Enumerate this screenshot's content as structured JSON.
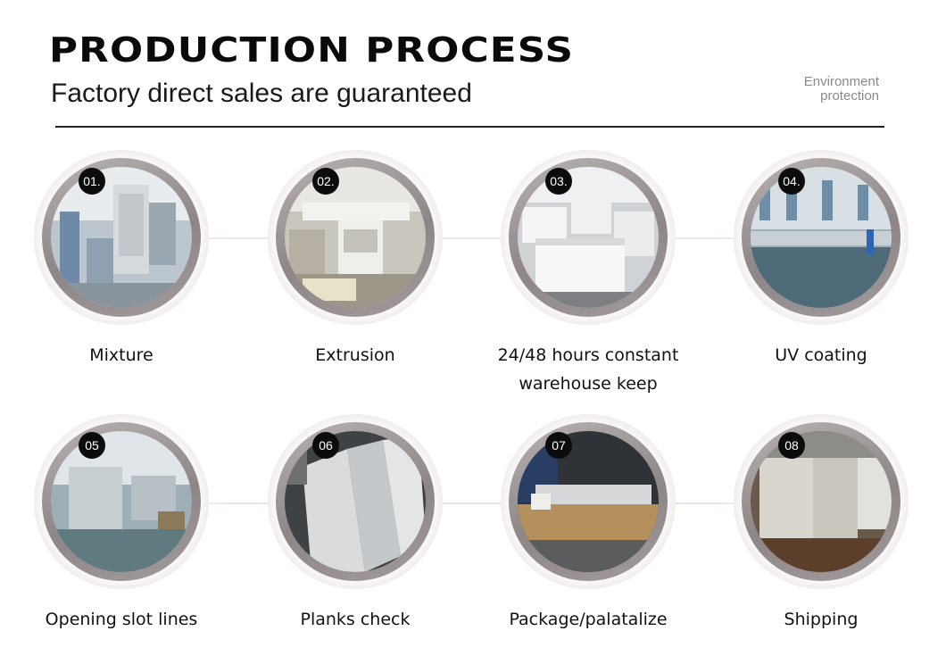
{
  "header": {
    "title": "PRODUCTION PROCESS",
    "subtitle": "Factory direct sales are guaranteed",
    "tag_line1": "Environment",
    "tag_line2": "protection"
  },
  "steps": [
    {
      "number": "01.",
      "label": "Mixture",
      "scene": "mixing-machine-photo"
    },
    {
      "number": "02.",
      "label": "Extrusion",
      "scene": "extrusion-line-photo"
    },
    {
      "number": "03.",
      "label": "24/48 hours constant warehouse keep",
      "scene": "warehouse-boards-photo"
    },
    {
      "number": "04.",
      "label": "UV coating",
      "scene": "uv-coating-hall-photo"
    },
    {
      "number": "05",
      "label": "Opening slot lines",
      "scene": "slotting-machine-photo"
    },
    {
      "number": "06",
      "label": "Planks check",
      "scene": "plank-inspection-photo"
    },
    {
      "number": "07",
      "label": "Package/palatalize",
      "scene": "packaging-photo"
    },
    {
      "number": "08",
      "label": "Shipping",
      "scene": "container-loading-photo"
    }
  ],
  "colors": {
    "title": "#0a0a0a",
    "badge": "#0c0c0c",
    "tag": "#8a8a8a"
  }
}
